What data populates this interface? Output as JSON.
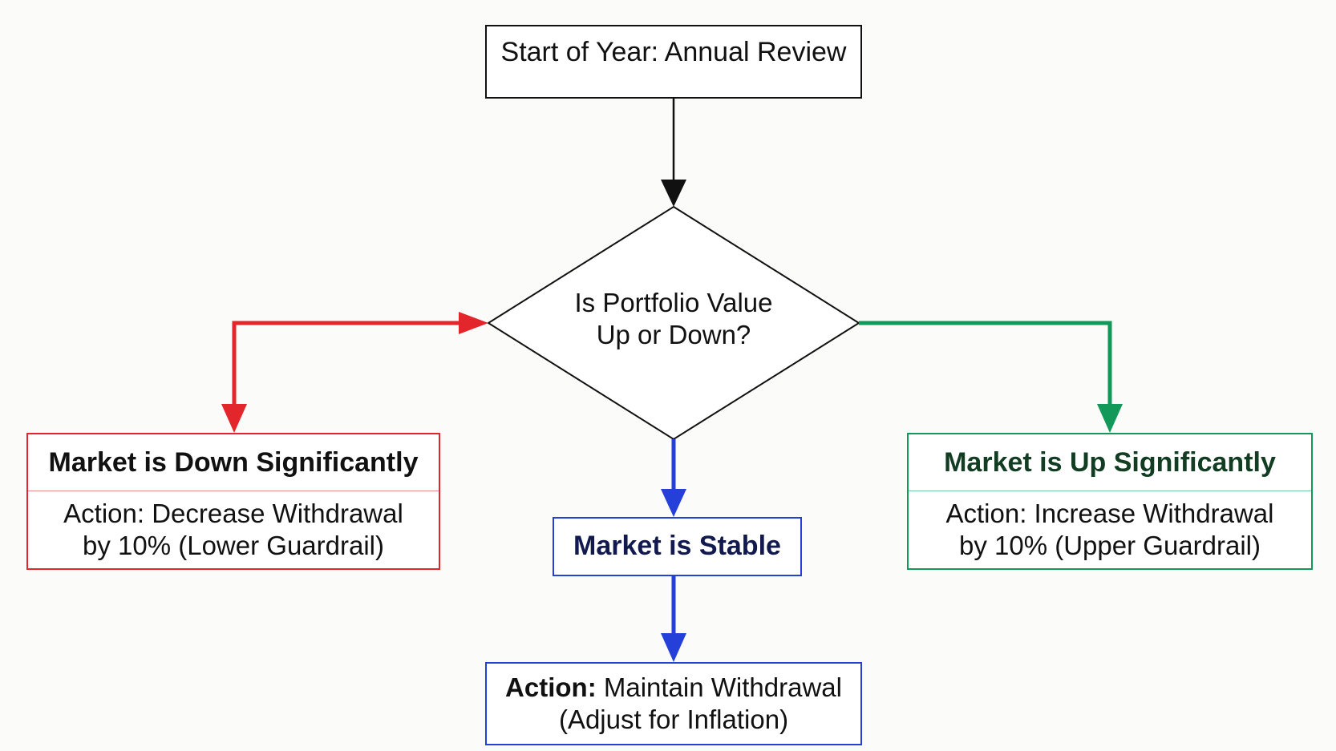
{
  "colors": {
    "neutral": "#111111",
    "down": "#e3262b",
    "up": "#12995a",
    "stable": "#2440d8"
  },
  "start": {
    "label": "Start of Year: Annual Review"
  },
  "decision": {
    "line1": "Is Portfolio Value",
    "line2": "Up or Down?"
  },
  "down": {
    "title": "Market is Down Significantly",
    "action_line1": "Action: Decrease Withdrawal",
    "action_line2": "by 10% (Lower Guardrail)"
  },
  "up": {
    "title": "Market is Up Significantly",
    "action_line1": "Action: Increase Withdrawal",
    "action_line2": "by 10% (Upper Guardrail)"
  },
  "stable": {
    "title": "Market is Stable"
  },
  "maintain": {
    "action_prefix": "Action:",
    "action_rest": " Maintain Withdrawal",
    "line2": "(Adjust for Inflation)"
  }
}
